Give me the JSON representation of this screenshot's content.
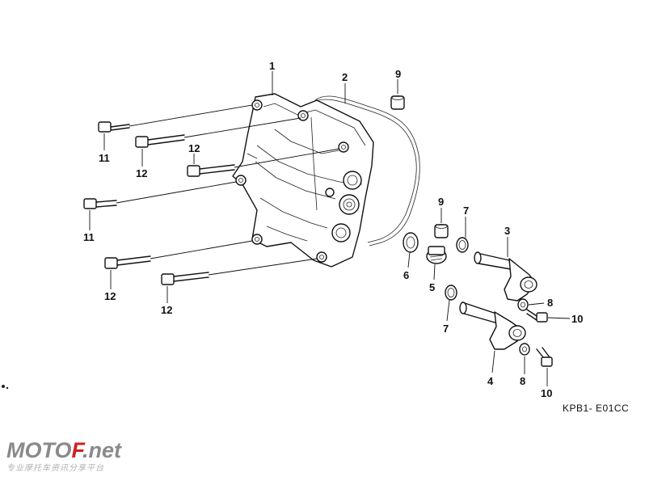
{
  "diagram": {
    "catalog_code": "KPB1- E01CC",
    "callouts": {
      "c1": "1",
      "c2": "2",
      "c9a": "9",
      "c11a": "11",
      "c12a": "12",
      "c12b": "12",
      "c11b": "11",
      "c12c": "12",
      "c12d": "12",
      "c9b": "9",
      "c7a": "7",
      "c3": "3",
      "c6": "6",
      "c5": "5",
      "c7b": "7",
      "c8a": "8",
      "c10a": "10",
      "c4": "4",
      "c8b": "8",
      "c10b": "10"
    }
  },
  "watermark": {
    "brand_prefix": "MOTO",
    "brand_highlight": "F",
    "brand_suffix": ".net",
    "tagline": "专业摩托车资讯分享平台"
  }
}
